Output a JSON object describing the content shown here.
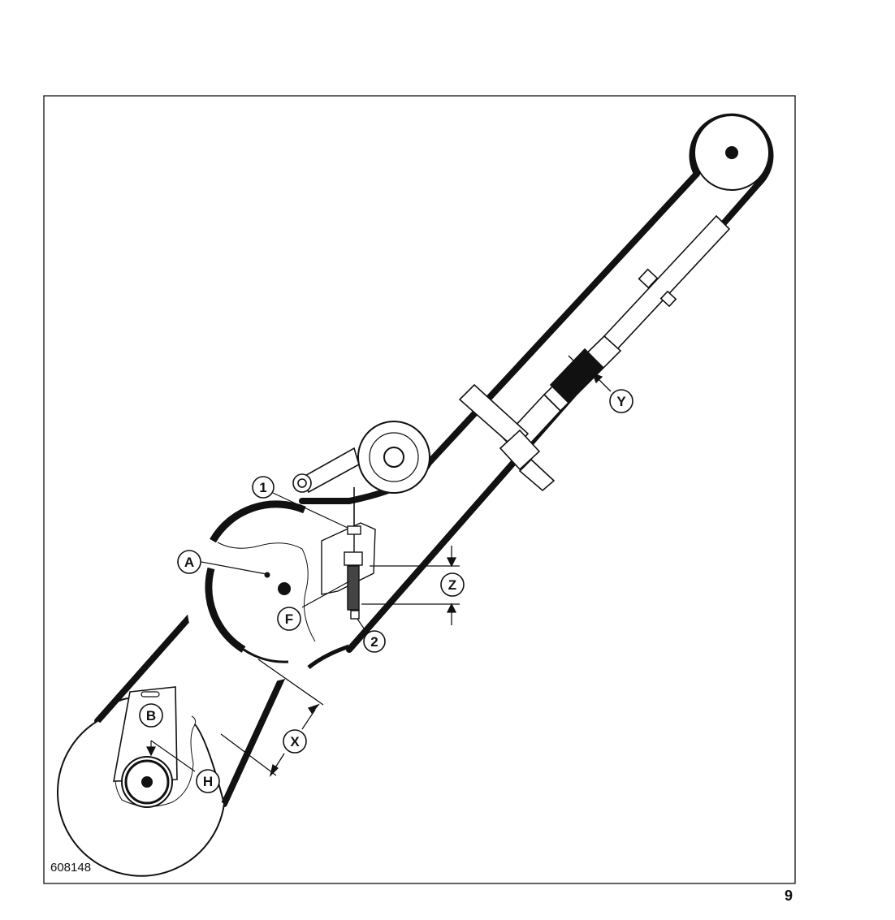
{
  "figure": {
    "id": "608148",
    "page_number": "9"
  },
  "callouts": {
    "one": "1",
    "two": "2",
    "A": "A",
    "B": "B",
    "F": "F",
    "H": "H",
    "X": "X",
    "Y": "Y",
    "Z": "Z"
  },
  "colors": {
    "ink": "#111111",
    "paper": "#ffffff"
  }
}
